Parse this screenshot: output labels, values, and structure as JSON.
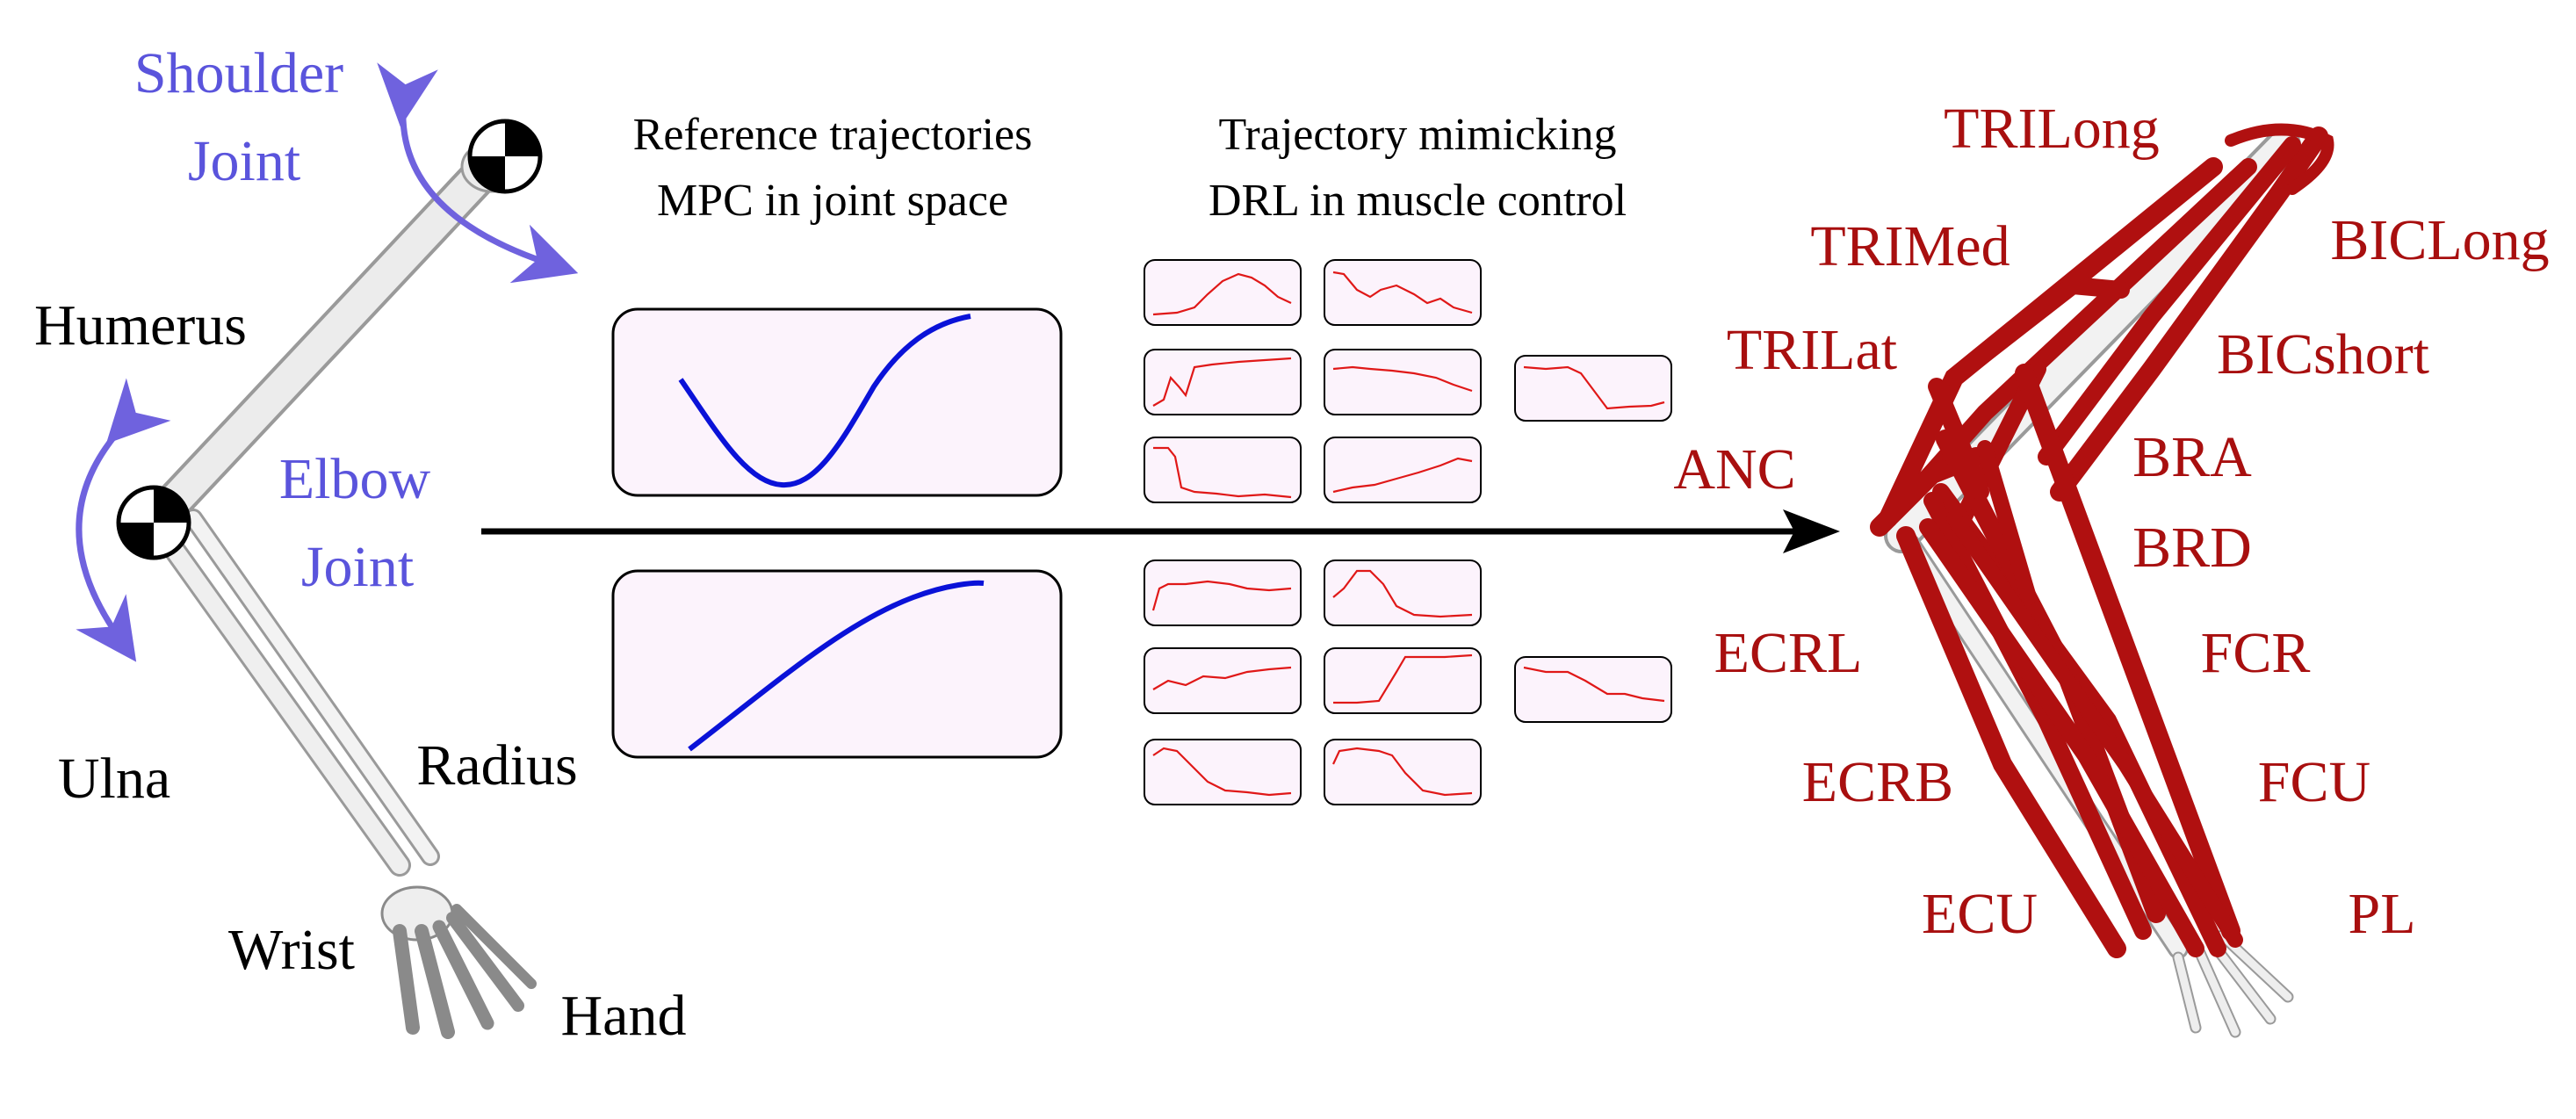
{
  "colors": {
    "blue_label": "#5a54dc",
    "arrow_purple": "#6f62de",
    "muscle_red": "#b01010",
    "bone": "#e6e6e6",
    "curve_blue": "#0a12d8",
    "curve_red": "#e01818",
    "box_fill": "#fcf3fc"
  },
  "left_arm": {
    "shoulder_label": [
      "Shoulder",
      "Joint"
    ],
    "elbow_label": [
      "Elbow",
      "Joint"
    ],
    "bones": {
      "humerus": "Humerus",
      "ulna": "Ulna",
      "radius": "Radius",
      "wrist": "Wrist",
      "hand": "Hand"
    }
  },
  "middle": {
    "mpc_title": [
      "Reference trajectories",
      "MPC in joint space"
    ],
    "drl_title": [
      "Trajectory mimicking",
      "DRL in muscle control"
    ]
  },
  "right_arm": {
    "muscles": {
      "tri_long": "TRILong",
      "tri_med": "TRIMed",
      "tri_lat": "TRILat",
      "anc": "ANC",
      "bic_long": "BICLong",
      "bic_short": "BICshort",
      "bra": "BRA",
      "brd": "BRD",
      "fcr": "FCR",
      "ecrl": "ECRL",
      "ecrb": "ECRB",
      "fcu": "FCU",
      "ecu": "ECU",
      "pl": "PL"
    }
  }
}
